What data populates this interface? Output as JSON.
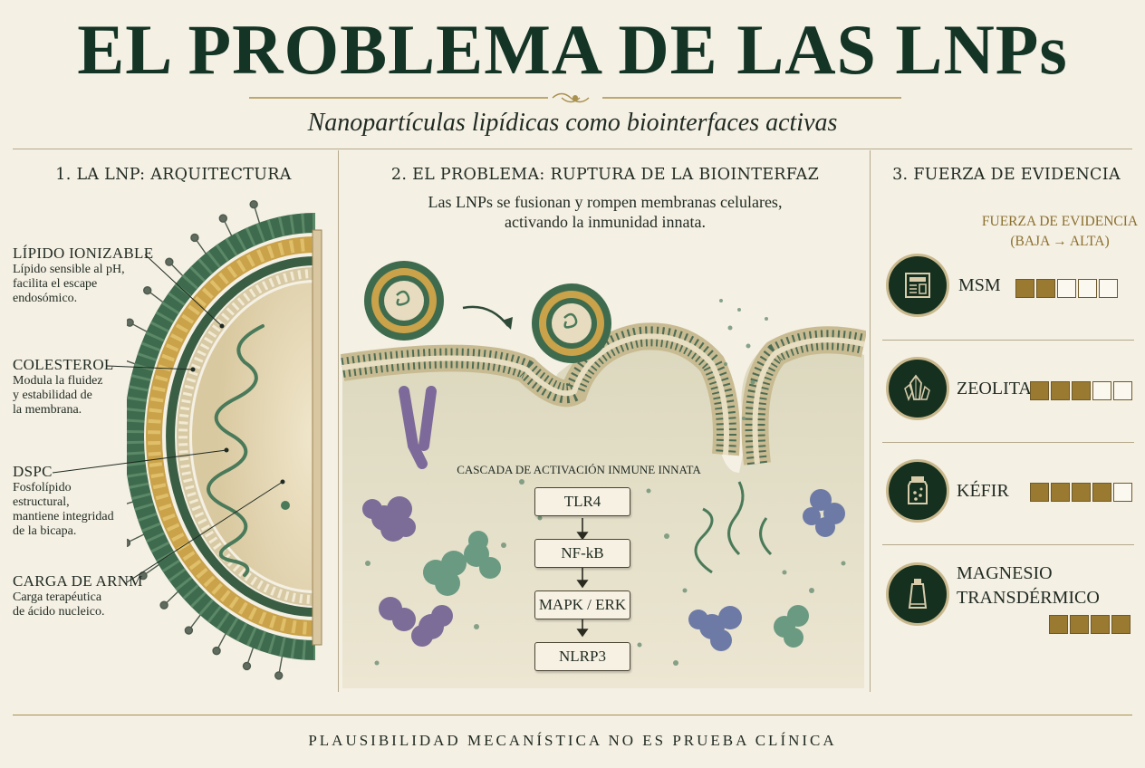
{
  "title": "EL PROBLEMA DE LAS LNPs",
  "subtitle": "Nanopartículas lipídicas como biointerfaces activas",
  "col1": {
    "heading": "1. LA LNP: ARQUITECTURA",
    "labels": [
      {
        "name": "LÍPIDO IONIZABLE",
        "desc": [
          "Lípido sensible al pH,",
          "facilita el escape",
          "endosómico."
        ]
      },
      {
        "name": "COLESTEROL",
        "desc": [
          "Modula la fluidez",
          "y estabilidad de",
          "la membrana."
        ]
      },
      {
        "name": "DSPC",
        "desc": [
          "Fosfolípido",
          "estructural,",
          "mantiene integridad",
          "de la bicapa."
        ]
      },
      {
        "name": "CARGA DE ARNM",
        "desc": [
          "Carga terapéutica",
          "de ácido nucleico."
        ]
      }
    ]
  },
  "col2": {
    "heading": "2. EL PROBLEMA: RUPTURA DE LA BIOINTERFAZ",
    "intro": [
      "Las LNPs se fusionan y rompen membranas celulares,",
      "activando la inmunidad innata."
    ],
    "cascade_title": "CASCADA DE ACTIVACIÓN INMUNE INNATA",
    "cascade": [
      "TLR4",
      "NF-kB",
      "MAPK / ERK",
      "NLRP3"
    ]
  },
  "col3": {
    "heading": "3. FUERZA DE EVIDENCIA",
    "scale_title": "FUERZA DE EVIDENCIA",
    "scale_range": "(BAJA → ALTA)",
    "items": [
      {
        "name": "MSM",
        "icon": "newspaper-icon",
        "level": 2,
        "max": 5
      },
      {
        "name": "ZEOLITA",
        "icon": "crystal-icon",
        "level": 3,
        "max": 5
      },
      {
        "name": "KÉFIR",
        "icon": "jar-icon",
        "level": 4,
        "max": 5
      },
      {
        "name": "MAGNESIO TRANSDÉRMICO",
        "name_lines": [
          "MAGNESIO",
          "TRANSDÉRMICO"
        ],
        "icon": "tube-icon",
        "level": 4,
        "max": 4
      }
    ]
  },
  "footer": "PLAUSIBILIDAD MECANÍSTICA NO ES PRUEBA CLÍNICA",
  "colors": {
    "primary": "#143526",
    "gold": "#9a7a30",
    "cream": "#f5f0e4",
    "membrane_green": "#3e6b4e",
    "lipid_gold": "#c9a24a"
  }
}
